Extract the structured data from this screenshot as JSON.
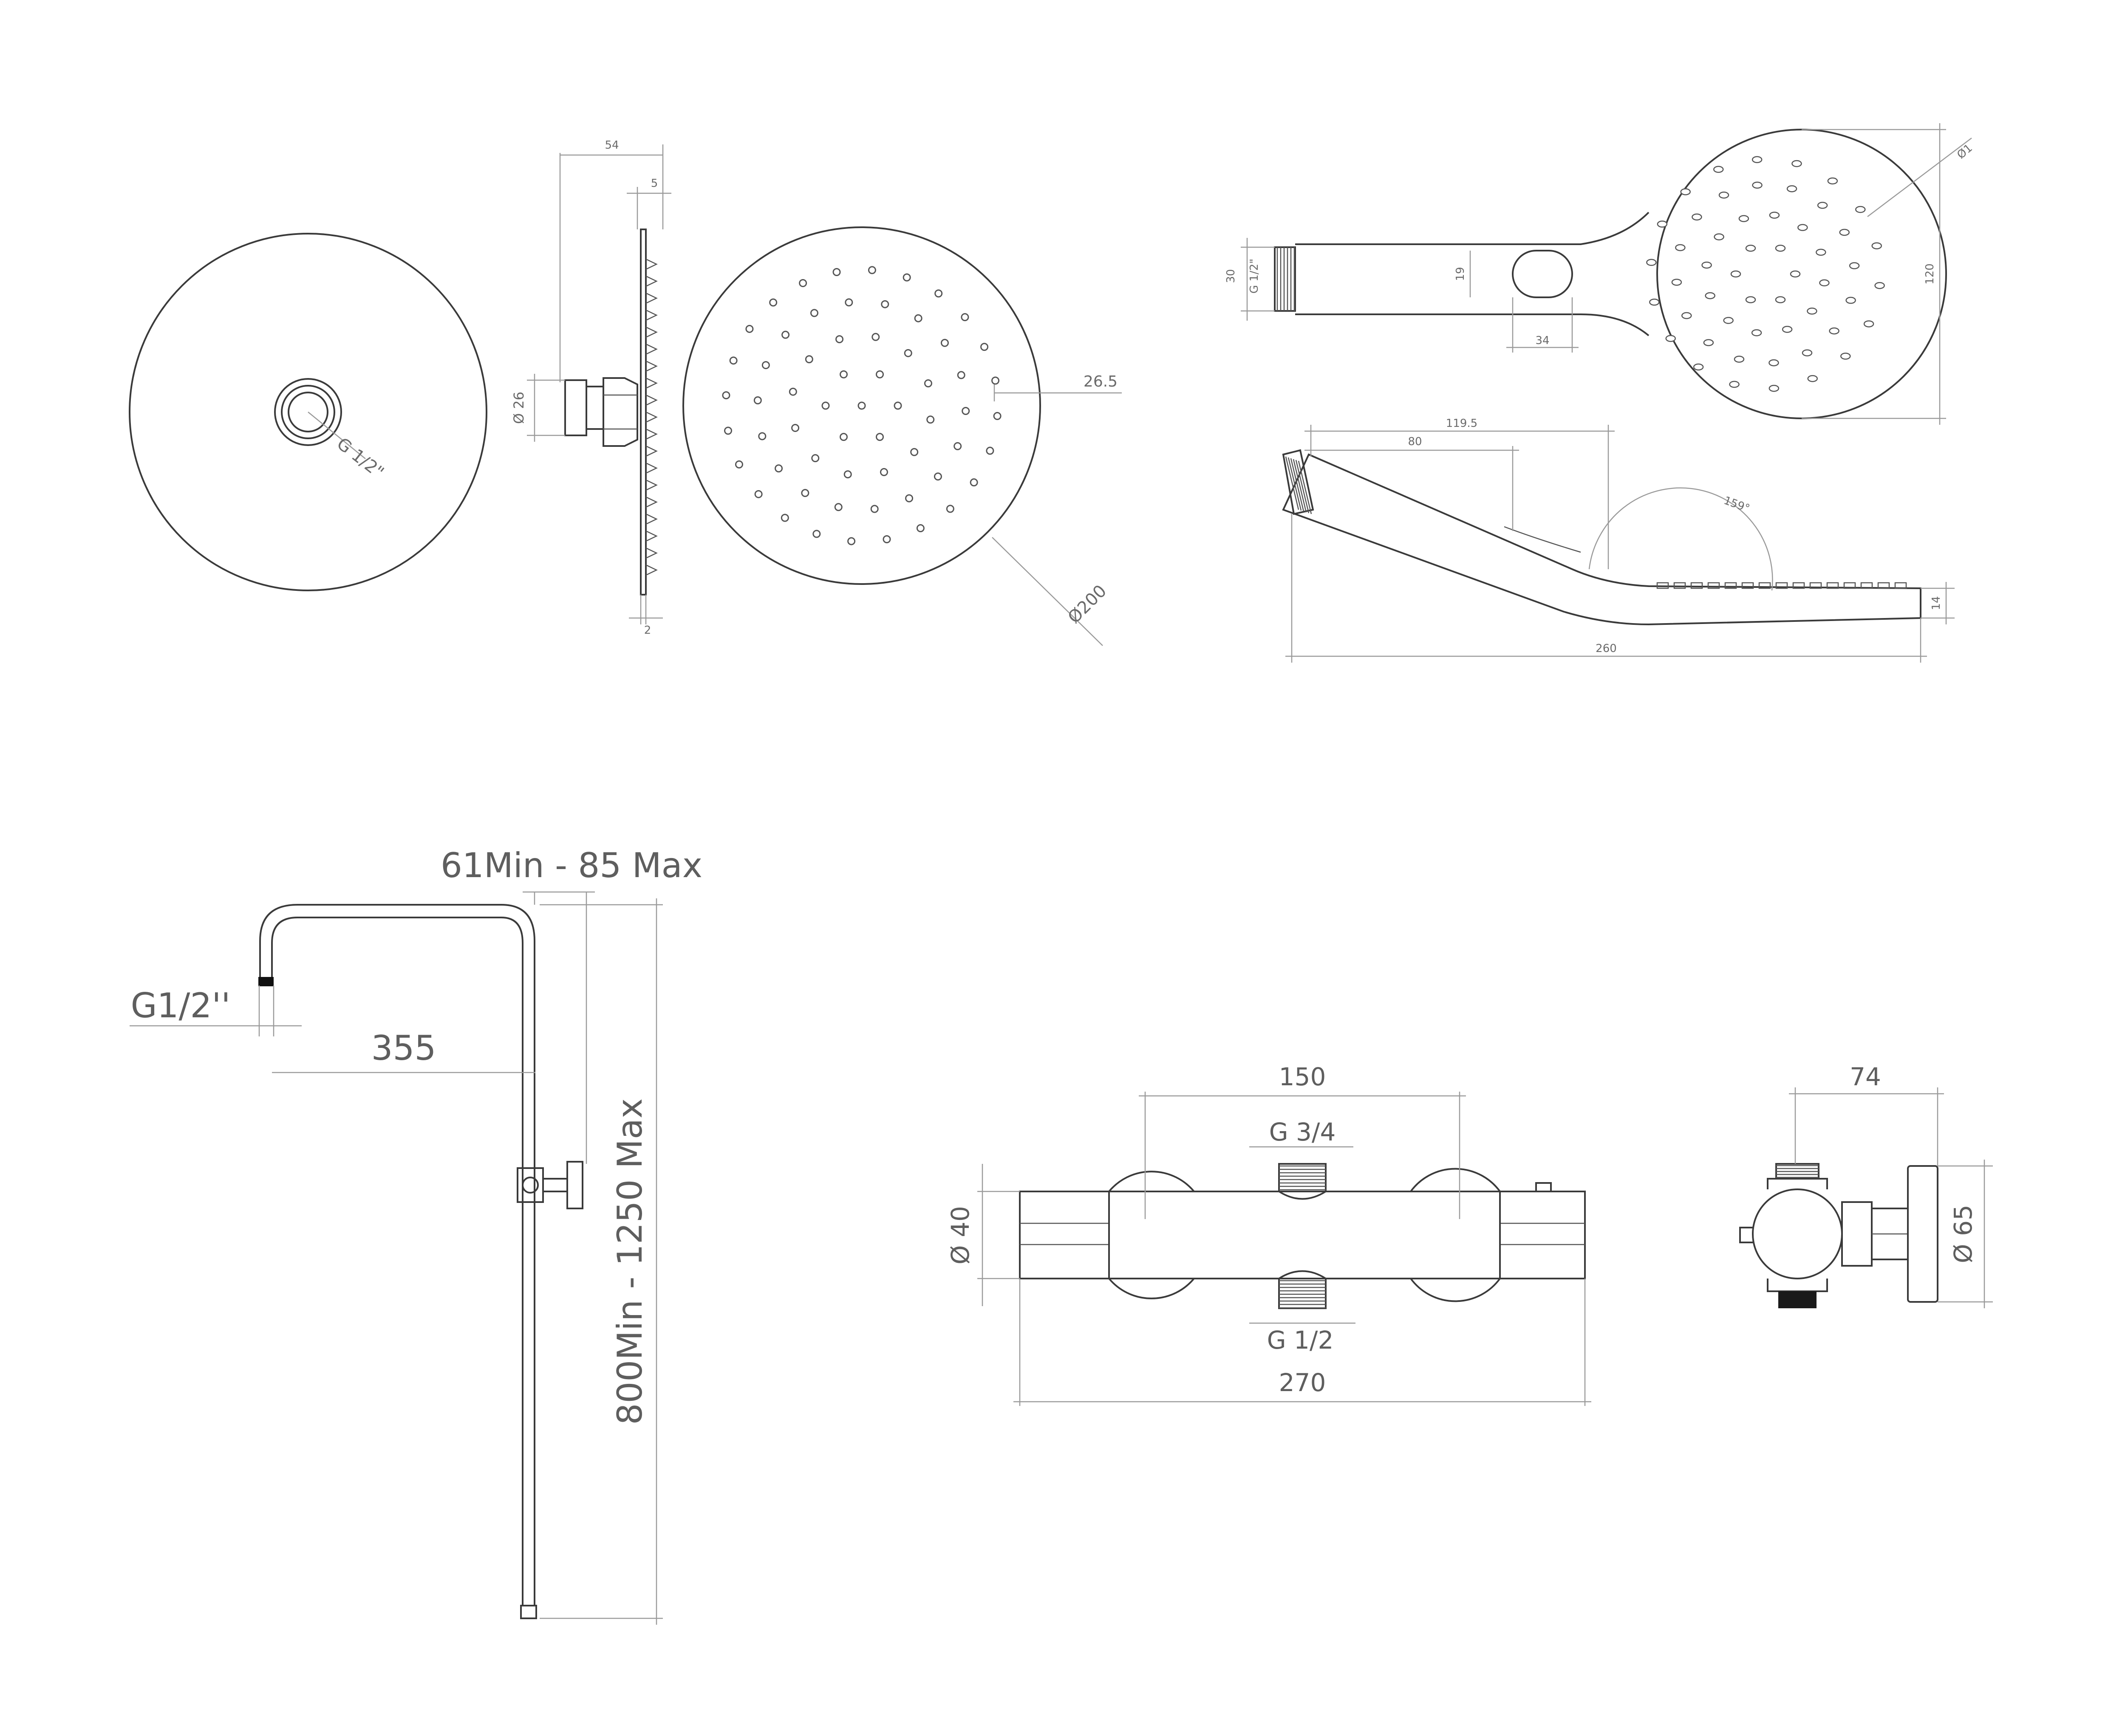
{
  "overhead_shower": {
    "dim_54": "54",
    "dim_5": "5",
    "dim_2": "2",
    "dim_d26": "Ø 26",
    "dim_g12": "G 1/2\"",
    "dim_26_5": "26.5",
    "dim_d200": "Ø200"
  },
  "hand_shower": {
    "dim_30": "30",
    "dim_g12": "G 1/2\"",
    "dim_19": "19",
    "dim_34": "34",
    "dim_120": "120",
    "dim_d1": "Ø1",
    "dim_119_5": "119.5",
    "dim_80": "80",
    "dim_angle": "159°",
    "dim_14": "14",
    "dim_260": "260"
  },
  "riser": {
    "dim_arm_range": "61Min - 85 Max",
    "dim_g12": "G1/2''",
    "dim_355": "355",
    "dim_height_range": "800Min - 1250 Max"
  },
  "mixer_front": {
    "dim_150": "150",
    "dim_g34": "G 3/4",
    "dim_d40": "Ø 40",
    "dim_g12": "G 1/2",
    "dim_270": "270"
  },
  "mixer_side": {
    "dim_74": "74",
    "dim_d65": "Ø 65"
  }
}
